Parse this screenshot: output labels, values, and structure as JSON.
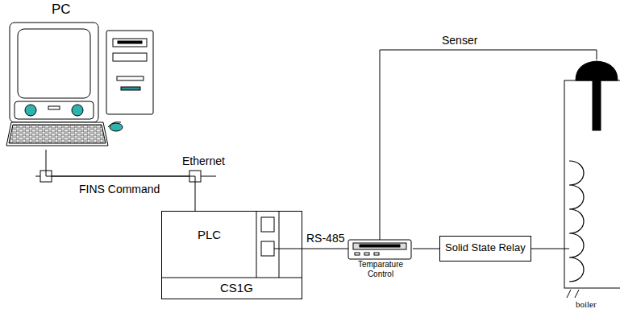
{
  "diagram": {
    "nodes": [
      {
        "text": [
          "PC"
        ]
      },
      {
        "text": [
          "PLC",
          "CS1G"
        ]
      },
      {
        "text": [
          "Temparature Control"
        ]
      },
      {
        "text": [
          "Solid State Relay"
        ]
      },
      {
        "text": [
          "boiler"
        ]
      }
    ],
    "edges": [
      {
        "from": 0,
        "to": 1,
        "arrow": "none",
        "label": "FINS Command"
      },
      {
        "from": 1,
        "to": 2,
        "arrow": "none",
        "label": "RS-485"
      },
      {
        "from": 2,
        "to": 3,
        "arrow": "none"
      },
      {
        "from": 3,
        "to": 4,
        "arrow": "none"
      },
      {
        "from": 2,
        "to": 4,
        "arrow": "none",
        "label": "Senser"
      }
    ],
    "labels": [
      "Ethernet"
    ]
  }
}
